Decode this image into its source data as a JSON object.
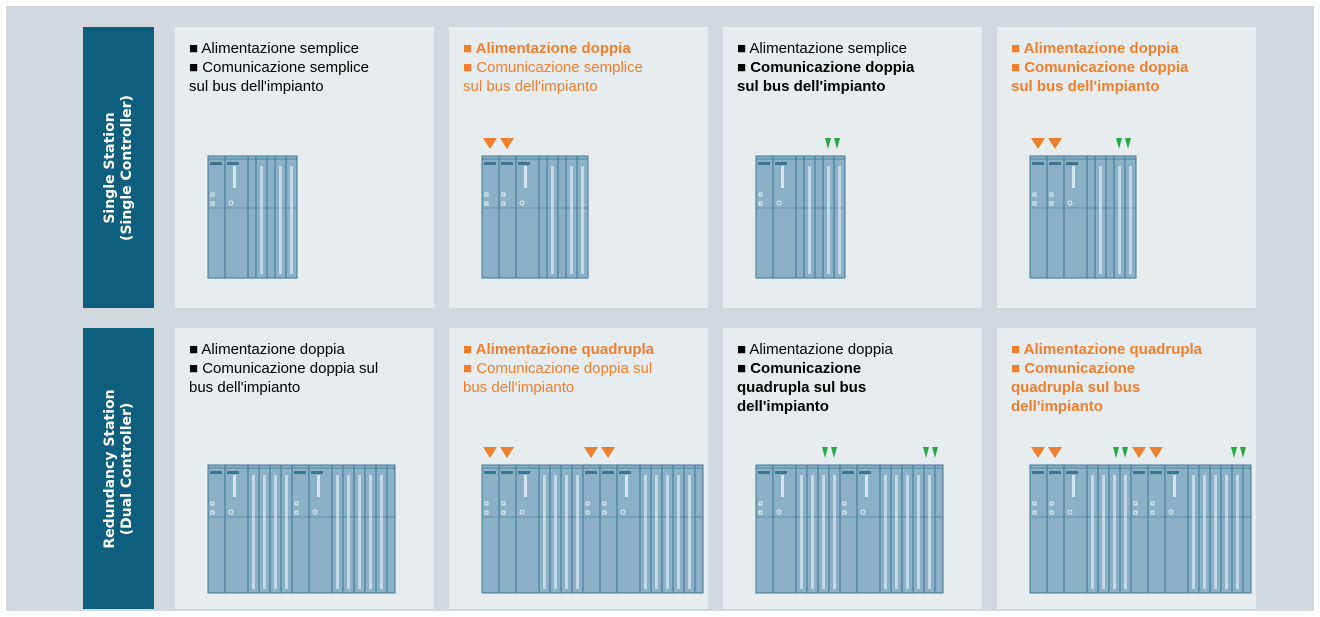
{
  "colors": {
    "frame_bg": "#d1d9df",
    "cell_bg": "#e7ecef",
    "label_bg": "#0e5f7e",
    "label_text": "#ffffff",
    "highlight_text": "#ee7f2d",
    "power_marker": "#ee7f2d",
    "bus_marker": "#28a745",
    "module_fill": "#8ab1c6",
    "module_stroke": "#3d7694"
  },
  "rows": [
    {
      "label_lines": [
        "Single Station",
        "(Single Controller)"
      ],
      "cells": [
        {
          "lines": [
            {
              "text": "■ Alimentazione semplice",
              "bold": false
            },
            {
              "text": "■ Comunicazione semplice",
              "bold": false
            },
            {
              "text": "sul bus dell'impianto",
              "bold": false
            }
          ],
          "highlight": false,
          "rack": "single",
          "redundant_power": false,
          "redundant_bus": false
        },
        {
          "lines": [
            {
              "text": "■ Alimentazione doppia",
              "bold": true
            },
            {
              "text": "■ Comunicazione semplice",
              "bold": false
            },
            {
              "text": "sul bus dell'impianto",
              "bold": false
            }
          ],
          "highlight": true,
          "rack": "single",
          "redundant_power": true,
          "redundant_bus": false
        },
        {
          "lines": [
            {
              "text": "■ Alimentazione semplice",
              "bold": false
            },
            {
              "text": "■ Comunicazione doppia",
              "bold": true
            },
            {
              "text": "sul bus dell'impianto",
              "bold": true
            }
          ],
          "highlight": false,
          "rack": "single",
          "redundant_power": false,
          "redundant_bus": true
        },
        {
          "lines": [
            {
              "text": "■ Alimentazione doppia",
              "bold": true
            },
            {
              "text": "■ Comunicazione doppia",
              "bold": true
            },
            {
              "text": "sul bus dell'impianto",
              "bold": true
            }
          ],
          "highlight": true,
          "rack": "single",
          "redundant_power": true,
          "redundant_bus": true
        }
      ]
    },
    {
      "label_lines": [
        "Redundancy Station",
        "(Dual Controller)"
      ],
      "cells": [
        {
          "lines": [
            {
              "text": "■ Alimentazione doppia",
              "bold": false
            },
            {
              "text": "■ Comunicazione doppia sul",
              "bold": false
            },
            {
              "text": "bus dell'impianto",
              "bold": false
            }
          ],
          "highlight": false,
          "rack": "dual",
          "redundant_power": false,
          "redundant_bus": false
        },
        {
          "lines": [
            {
              "text": "■ Alimentazione quadrupla",
              "bold": true
            },
            {
              "text": "■ Comunicazione doppia sul",
              "bold": false
            },
            {
              "text": "bus dell'impianto",
              "bold": false
            }
          ],
          "highlight": true,
          "rack": "dual",
          "redundant_power": true,
          "redundant_bus": false
        },
        {
          "lines": [
            {
              "text": "■ Alimentazione doppia",
              "bold": false
            },
            {
              "text": "■ Comunicazione",
              "bold": true
            },
            {
              "text": "quadrupla sul bus",
              "bold": true
            },
            {
              "text": "dell'impianto",
              "bold": true
            }
          ],
          "highlight": false,
          "rack": "dual",
          "redundant_power": false,
          "redundant_bus": true
        },
        {
          "lines": [
            {
              "text": "■ Alimentazione quadrupla",
              "bold": true
            },
            {
              "text": "■ Comunicazione",
              "bold": true
            },
            {
              "text": "quadrupla sul bus",
              "bold": true
            },
            {
              "text": "dell'impianto",
              "bold": true
            }
          ],
          "highlight": true,
          "rack": "dual",
          "redundant_power": true,
          "redundant_bus": true
        }
      ]
    }
  ]
}
